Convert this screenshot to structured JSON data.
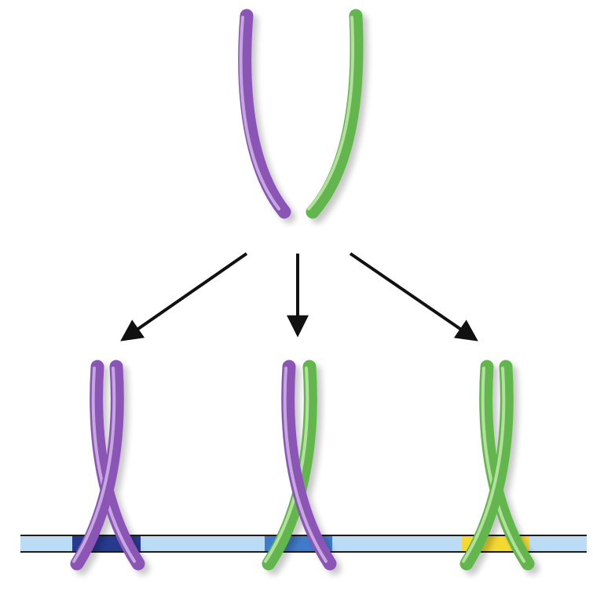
{
  "colors": {
    "background": "#ffffff",
    "purple": "#8a55b5",
    "purple_light": "#c7a7e2",
    "purple_dark": "#5d347f",
    "green": "#62b64e",
    "green_light": "#b2e19b",
    "green_dark": "#3b7e2e",
    "membrane_fill": "#bcdcf5",
    "membrane_line": "#1d1d1d",
    "arrow": "#111111",
    "band_left": "#263a8f",
    "band_middle": "#3f7bc9",
    "band_right": "#f5d832"
  },
  "diagram": {
    "monomers": [
      {
        "name": "purple-monomer",
        "color": "purple"
      },
      {
        "name": "green-monomer",
        "color": "green"
      }
    ],
    "dimers": [
      {
        "name": "purple-homodimer",
        "chains": [
          "purple",
          "purple"
        ],
        "band": "band_left"
      },
      {
        "name": "heterodimer",
        "chains": [
          "green",
          "purple"
        ],
        "band": "band_middle"
      },
      {
        "name": "green-homodimer",
        "chains": [
          "green",
          "green"
        ],
        "band": "band_right"
      }
    ],
    "arrows": [
      {
        "name": "arrow-to-left-dimer"
      },
      {
        "name": "arrow-to-middle-dimer"
      },
      {
        "name": "arrow-to-right-dimer"
      }
    ]
  }
}
